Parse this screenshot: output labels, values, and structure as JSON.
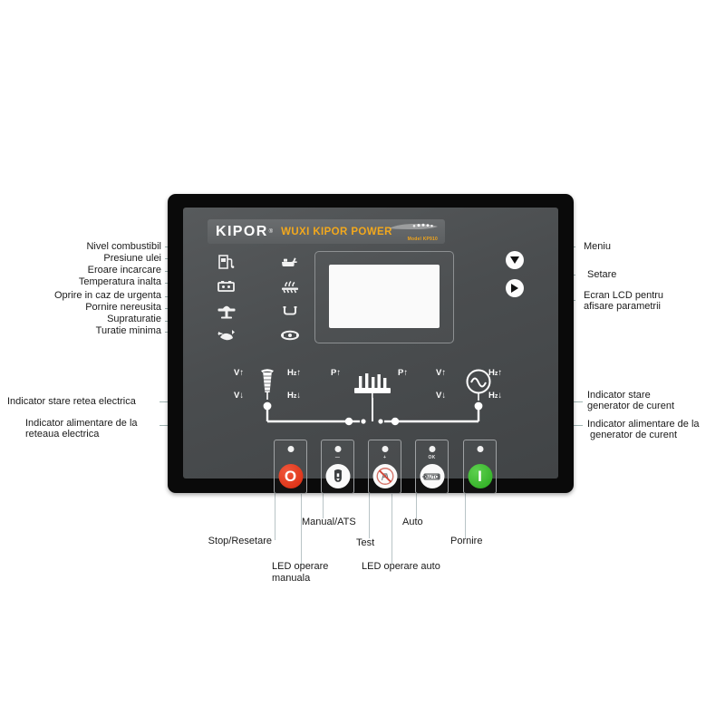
{
  "page": {
    "background": "#ffffff",
    "diagram_title": "KIPOR generator control panel annotated diagram",
    "language": "ro"
  },
  "device": {
    "brand": "KIPOR",
    "brand_registered_mark": "®",
    "subtitle": "WUXI KIPOR POWER",
    "model": "Model KP910",
    "colors": {
      "bezel": "#0a0a0a",
      "face": "#4a4d4f",
      "brand_text": "#ffffff",
      "subtitle_text": "#f2a81d",
      "stop_button": "#d8280c",
      "start_button": "#28a81d",
      "leader_line": "#9fb4b2"
    }
  },
  "warning_icons": {
    "left_column": [
      {
        "name": "fuel-level-icon",
        "meaning": "Nivel combustibil"
      },
      {
        "name": "charge-fault-icon",
        "meaning": "Eroare incarcare"
      },
      {
        "name": "emergency-stop-icon",
        "meaning": "Oprire in caz de urgenta"
      },
      {
        "name": "overspeed-icon",
        "meaning": "Supraturatie"
      }
    ],
    "right_column": [
      {
        "name": "oil-pressure-icon",
        "meaning": "Presiune ulei"
      },
      {
        "name": "high-temperature-icon",
        "meaning": "Temperatura inalta"
      },
      {
        "name": "start-failure-icon",
        "meaning": "Pornire nereusita"
      },
      {
        "name": "underspeed-icon",
        "meaning": "Turatie minima"
      }
    ]
  },
  "annotations": {
    "left_top": [
      {
        "id": "fuel",
        "text": "Nivel combustibil"
      },
      {
        "id": "oil",
        "text": "Presiune ulei"
      },
      {
        "id": "charge",
        "text": "Eroare incarcare"
      },
      {
        "id": "temp",
        "text": "Temperatura inalta"
      },
      {
        "id": "estop",
        "text": "Oprire in caz de urgenta"
      },
      {
        "id": "startfail",
        "text": "Pornire nereusita"
      },
      {
        "id": "overspeed",
        "text": "Supraturatie"
      },
      {
        "id": "underspeed",
        "text": "Turatie minima"
      }
    ],
    "right_top": [
      {
        "id": "menu",
        "text": "Meniu"
      },
      {
        "id": "set",
        "text": "Setare"
      },
      {
        "id": "lcd",
        "line1": "Ecran LCD pentru",
        "line2": "afisare parametrii"
      }
    ],
    "left_mid": [
      {
        "id": "mains-state",
        "line1": "Indicator stare retea electrica",
        "line2": ""
      },
      {
        "id": "mains-supply",
        "line1": "Indicator alimentare de la",
        "line2": "reteaua electrica"
      }
    ],
    "right_mid": [
      {
        "id": "gen-state",
        "line1": "Indicator stare",
        "line2": "generator de curent"
      },
      {
        "id": "gen-supply",
        "line1": "Indicator alimentare de la",
        "line2": "generator de curent"
      }
    ],
    "bottom": [
      {
        "id": "stop",
        "text": "Stop/Resetare"
      },
      {
        "id": "led-manual",
        "line1": "LED operare",
        "line2": "manuala"
      },
      {
        "id": "manual",
        "text": "Manual/ATS"
      },
      {
        "id": "test",
        "text": "Test"
      },
      {
        "id": "led-auto",
        "line1": "LED operare auto",
        "line2": ""
      },
      {
        "id": "auto",
        "text": "Auto"
      },
      {
        "id": "start",
        "text": "Pornire"
      }
    ]
  },
  "mimic": {
    "mains": {
      "icon": "transmission-tower-icon",
      "voltage_up": "V",
      "voltage_up_arrow": "↑",
      "voltage_down": "V",
      "voltage_down_arrow": "↓",
      "freq_up": "Hz",
      "freq_up_arrow": "↑",
      "freq_down": "Hz",
      "freq_down_arrow": "↓"
    },
    "load": {
      "icon": "factory-load-icon",
      "power_left": "P",
      "power_left_arrow": "↑",
      "power_right": "P",
      "power_right_arrow": "↑"
    },
    "generator": {
      "icon": "generator-sine-icon",
      "voltage_up": "V",
      "voltage_up_arrow": "↑",
      "voltage_down": "V",
      "voltage_down_arrow": "↓",
      "freq_up": "Hz",
      "freq_up_arrow": "↑",
      "freq_down": "Hz",
      "freq_down_arrow": "↓"
    }
  },
  "buttons": {
    "nav": [
      {
        "name": "menu-button",
        "glyph": "down-triangle-icon"
      },
      {
        "name": "set-button",
        "glyph": "right-triangle-icon"
      }
    ],
    "keys": [
      {
        "name": "stop-reset-button",
        "glyph": "O",
        "style": "red",
        "mark": ""
      },
      {
        "name": "manual-ats-button",
        "glyph": "hand-icon",
        "style": "white",
        "mark": "—"
      },
      {
        "name": "test-button",
        "glyph": "test-icon",
        "style": "white",
        "mark": "+"
      },
      {
        "name": "auto-button",
        "glyph": "auto-icon",
        "style": "white",
        "mark": "OK"
      },
      {
        "name": "start-button",
        "glyph": "I",
        "style": "green",
        "mark": ""
      }
    ]
  }
}
